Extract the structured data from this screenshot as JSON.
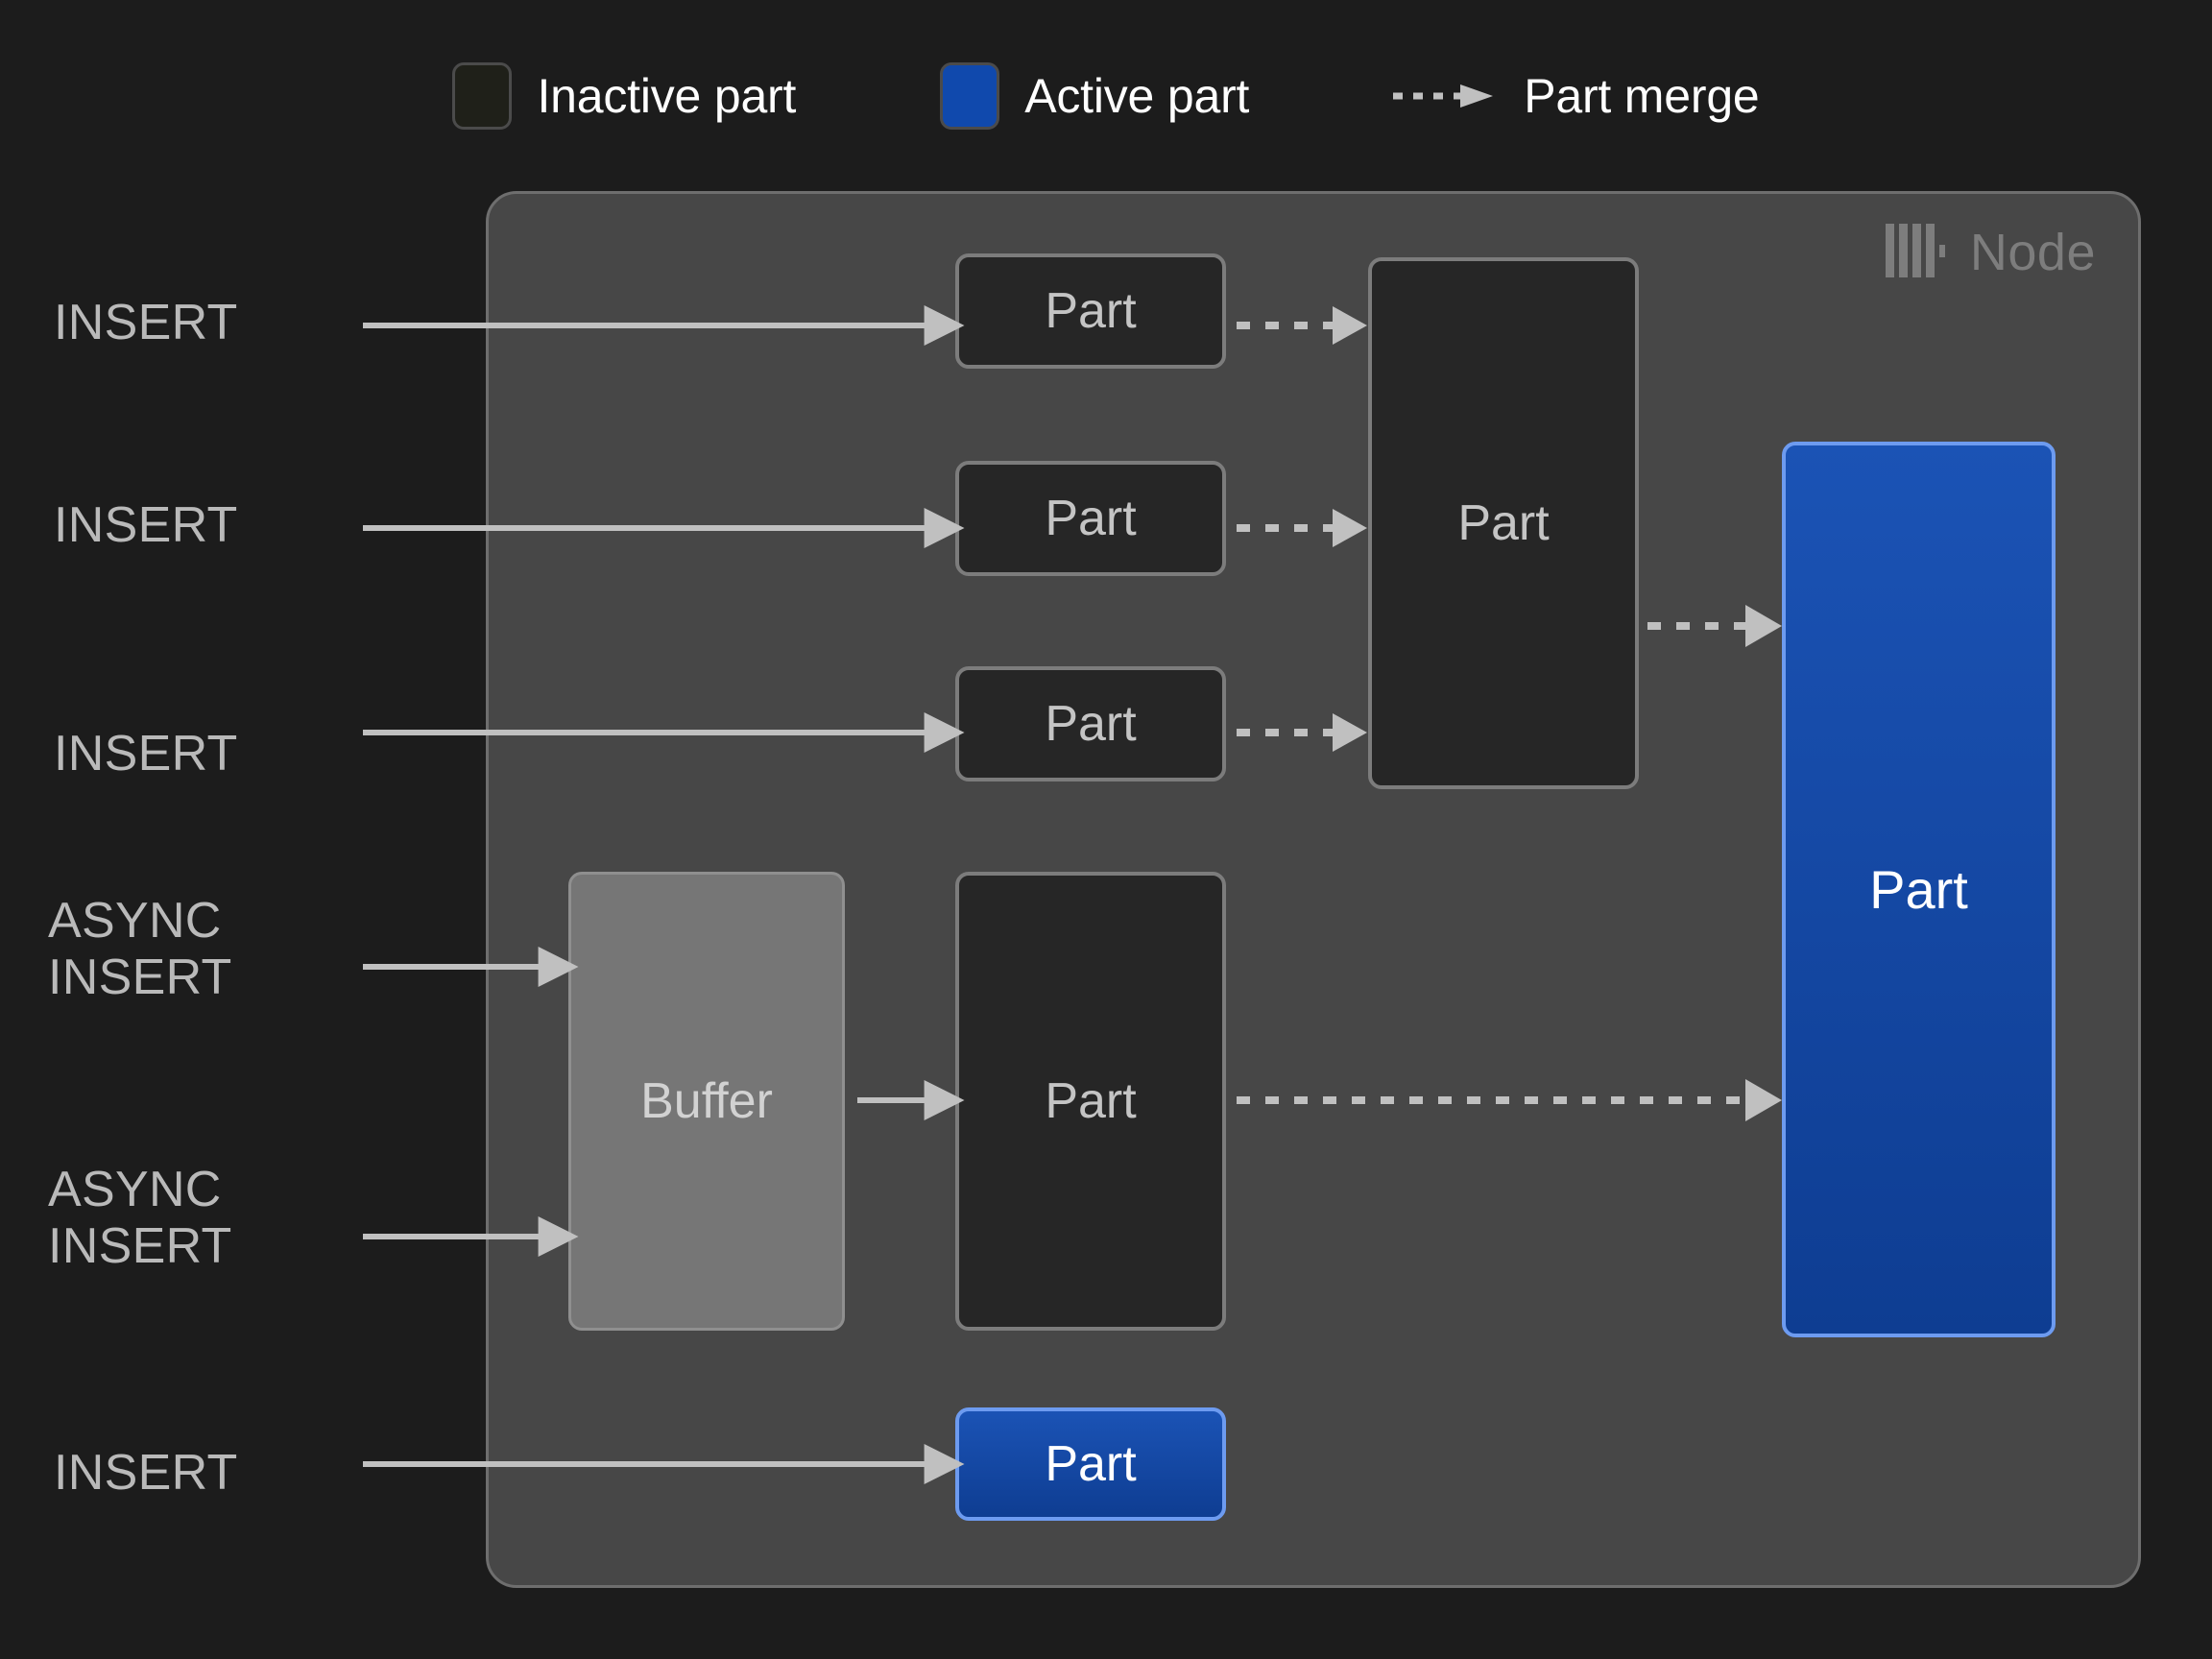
{
  "legend": {
    "items": [
      {
        "type": "swatch-inactive",
        "icon": "inactive-part-swatch-icon",
        "label": "Inactive part"
      },
      {
        "type": "swatch-active",
        "icon": "active-part-swatch-icon",
        "label": "Active part"
      },
      {
        "type": "dashed-arrow",
        "icon": "dashed-arrow-icon",
        "label": "Part merge"
      }
    ]
  },
  "node": {
    "label": "Node",
    "logo_icon": "clickhouse-logo-icon"
  },
  "operations": [
    {
      "id": "insert-1",
      "text": "INSERT"
    },
    {
      "id": "insert-2",
      "text": "INSERT"
    },
    {
      "id": "insert-3",
      "text": "INSERT"
    },
    {
      "id": "async-insert-1",
      "text": "ASYNC\nINSERT"
    },
    {
      "id": "async-insert-2",
      "text": "ASYNC\nINSERT"
    },
    {
      "id": "insert-4",
      "text": "INSERT"
    }
  ],
  "boxes": {
    "part_top_1": {
      "label": "Part",
      "state": "inactive"
    },
    "part_top_2": {
      "label": "Part",
      "state": "inactive"
    },
    "part_top_3": {
      "label": "Part",
      "state": "inactive"
    },
    "part_merged": {
      "label": "Part",
      "state": "inactive"
    },
    "buffer": {
      "label": "Buffer",
      "state": "buffer"
    },
    "part_buffer_flush": {
      "label": "Part",
      "state": "inactive"
    },
    "part_final": {
      "label": "Part",
      "state": "active"
    },
    "part_direct": {
      "label": "Part",
      "state": "active"
    }
  },
  "colors": {
    "page_background": "#1c1c1c",
    "node_background": "#474747",
    "node_border": "#6e6e6e",
    "inactive_fill": "#262626",
    "inactive_border": "#7c7c7c",
    "active_fill": "#12459f",
    "active_border": "#6d9bf0",
    "buffer_fill": "#767676",
    "arrow": "#c0c0c0",
    "legend_text": "#ffffff",
    "label_text": "#b9b9b9",
    "node_label_text": "#7d7d7d"
  }
}
